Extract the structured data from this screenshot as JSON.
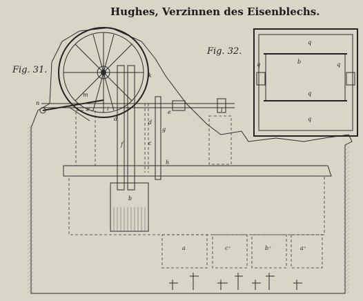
{
  "title": "Hughes, Verzinnen des Eisenblechs.",
  "figures": [
    {
      "label": "Fig. 31."
    },
    {
      "label": "Fig. 32."
    }
  ],
  "fig31_labels": [
    "n",
    "m",
    "e",
    "i",
    "d",
    "k",
    "f",
    "e",
    "l",
    "c",
    "g",
    "d",
    "h",
    "b",
    "a",
    "c⁺",
    "b⁺",
    "a⁺"
  ],
  "fig32_labels": [
    "q",
    "b",
    "q",
    "q",
    "q",
    "q"
  ],
  "colors": {
    "paper": "#d9d6c8",
    "ink": "#2a2a2a"
  }
}
